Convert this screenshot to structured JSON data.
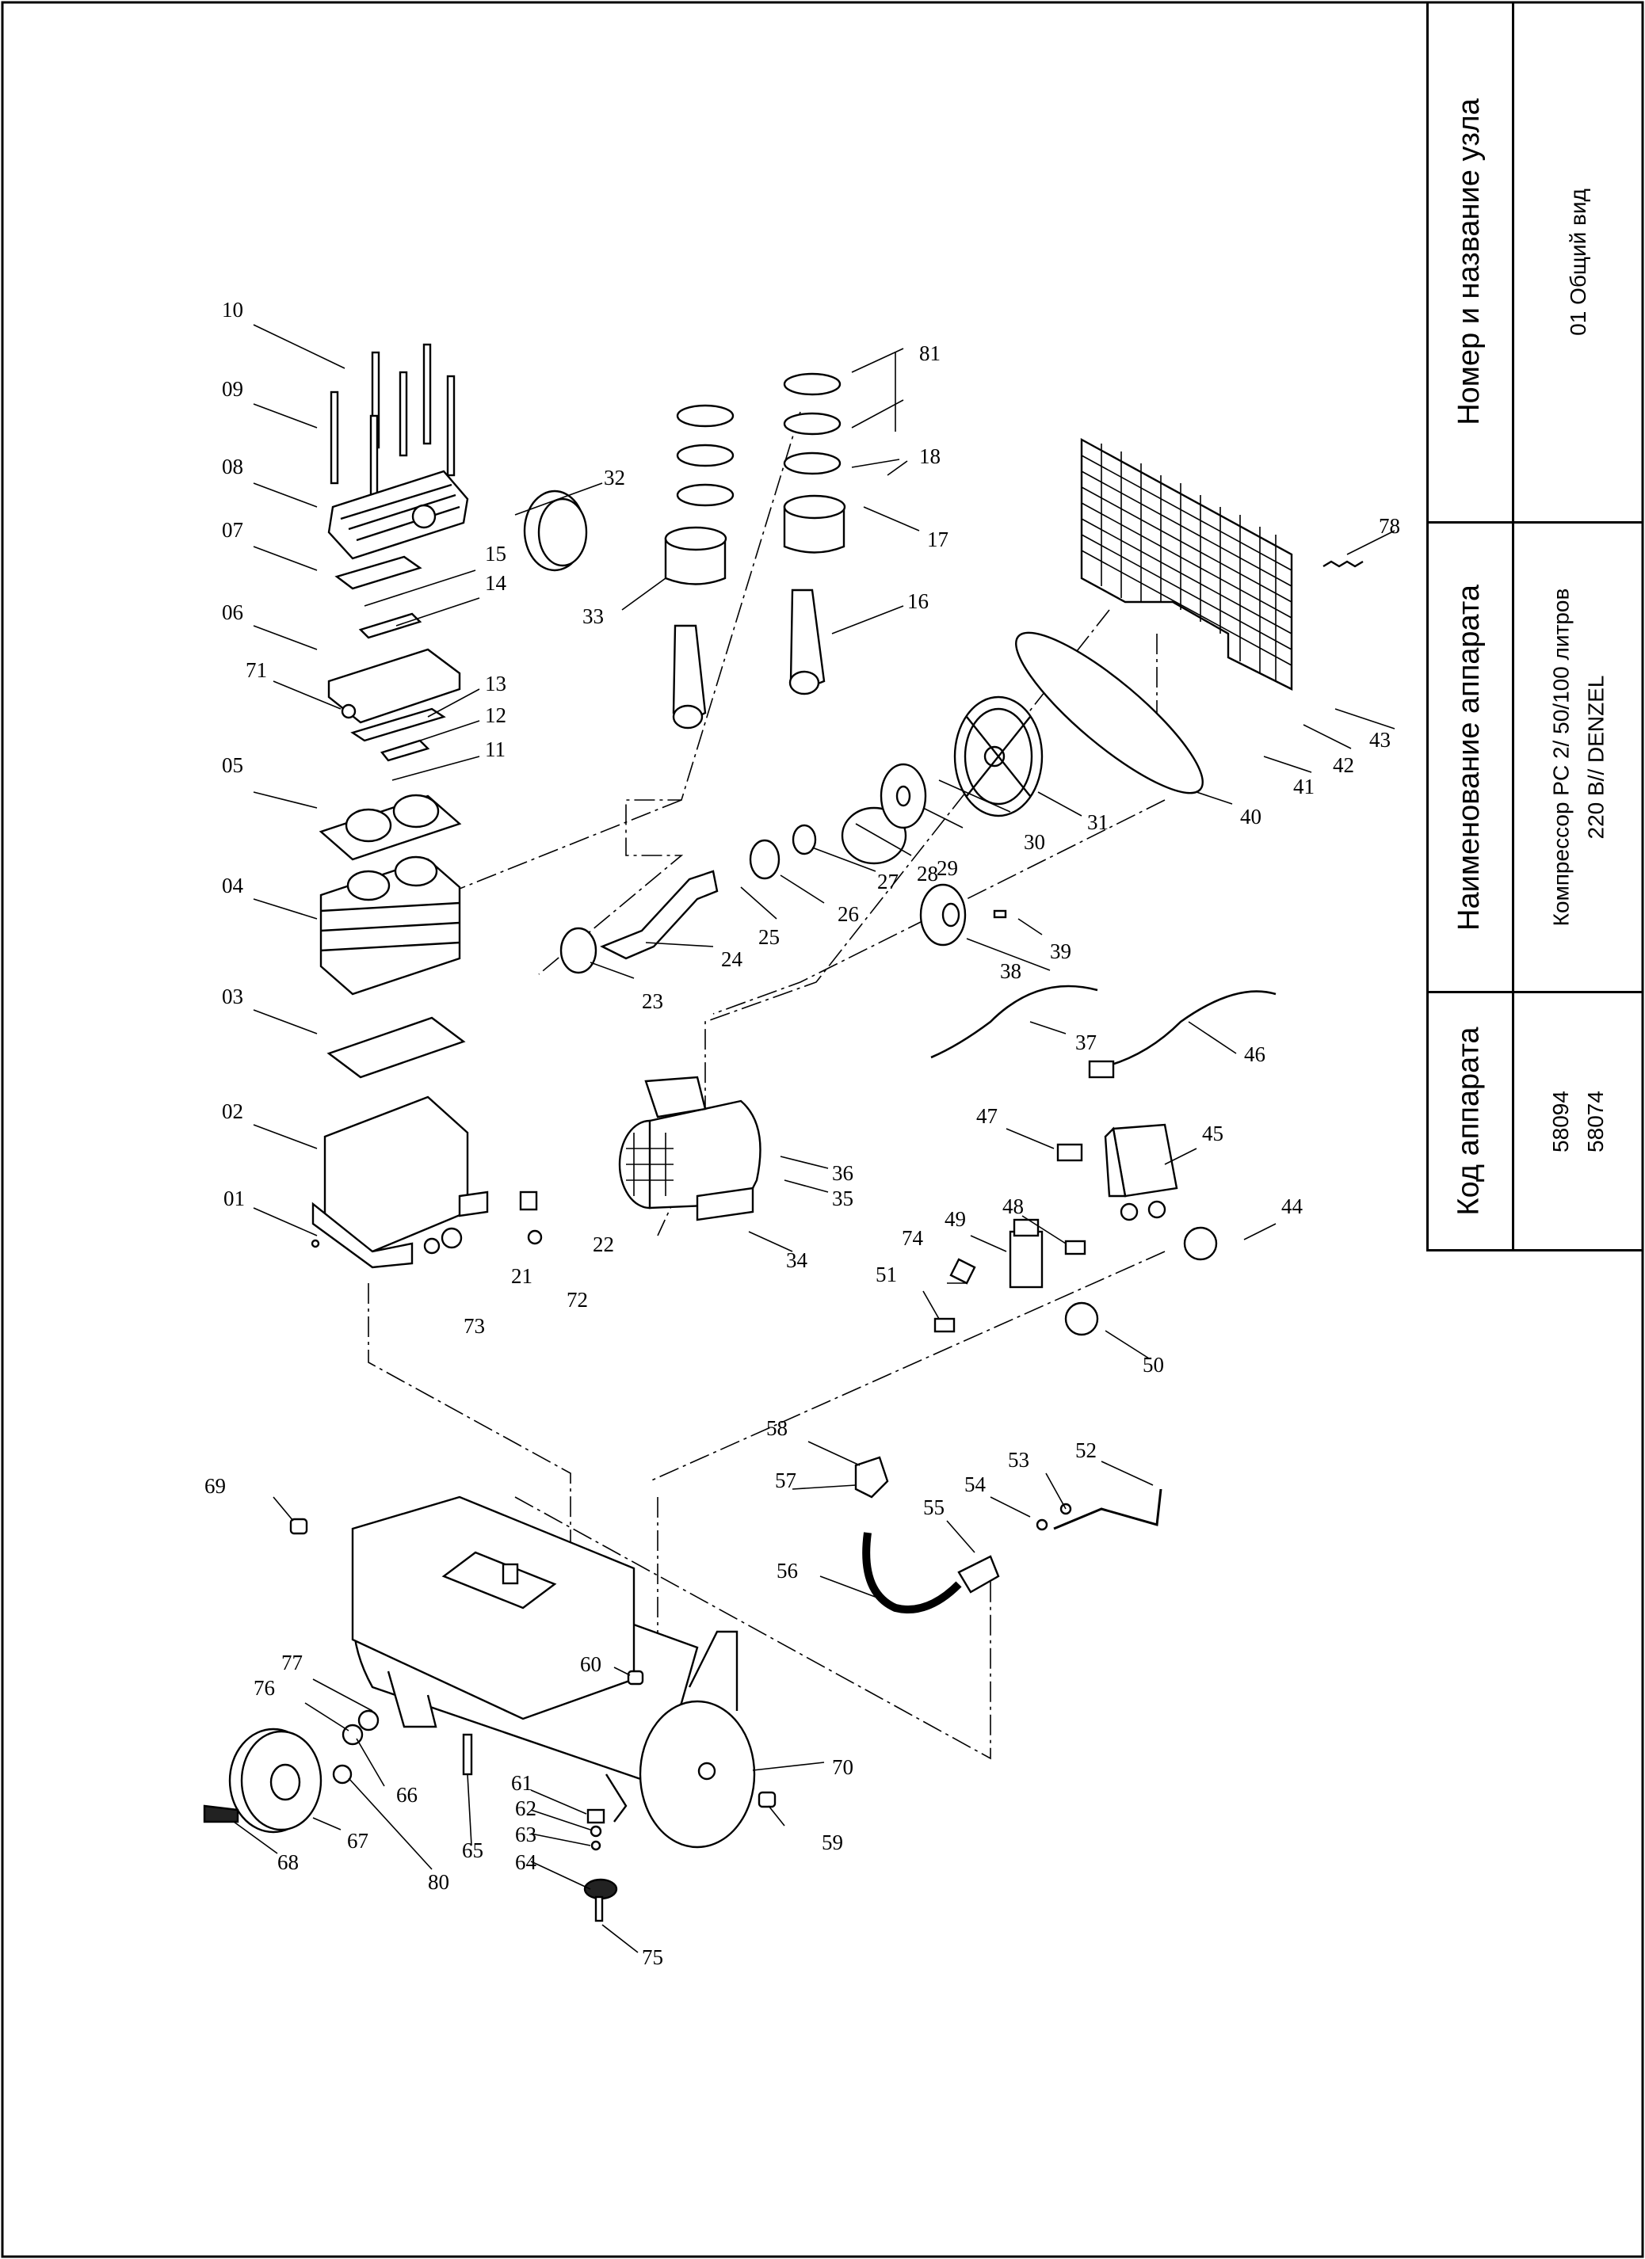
{
  "title_block": {
    "node_header": "Номер и название узла",
    "node_value": "01 Общий вид",
    "device_name_header": "Наименование аппарата",
    "device_name_line1": "Компрессор PC 2/ 50/100 литров",
    "device_name_line2": "220 В// DENZEL",
    "device_code_header": "Код аппарата",
    "device_code_1": "58094",
    "device_code_2": "58074"
  },
  "callouts": [
    "01",
    "02",
    "03",
    "04",
    "05",
    "06",
    "07",
    "08",
    "09",
    "10",
    "11",
    "12",
    "13",
    "14",
    "15",
    "16",
    "17",
    "18",
    "21",
    "22",
    "23",
    "24",
    "25",
    "26",
    "27",
    "28",
    "29",
    "30",
    "31",
    "32",
    "33",
    "34",
    "35",
    "36",
    "37",
    "38",
    "39",
    "40",
    "41",
    "42",
    "43",
    "44",
    "45",
    "46",
    "47",
    "48",
    "49",
    "50",
    "51",
    "52",
    "53",
    "54",
    "55",
    "56",
    "57",
    "58",
    "59",
    "60",
    "61",
    "62",
    "63",
    "64",
    "65",
    "66",
    "67",
    "68",
    "69",
    "70",
    "71",
    "72",
    "73",
    "74",
    "75",
    "76",
    "77",
    "78",
    "80",
    "81"
  ],
  "colors": {
    "line": "#000000",
    "background": "#ffffff"
  }
}
